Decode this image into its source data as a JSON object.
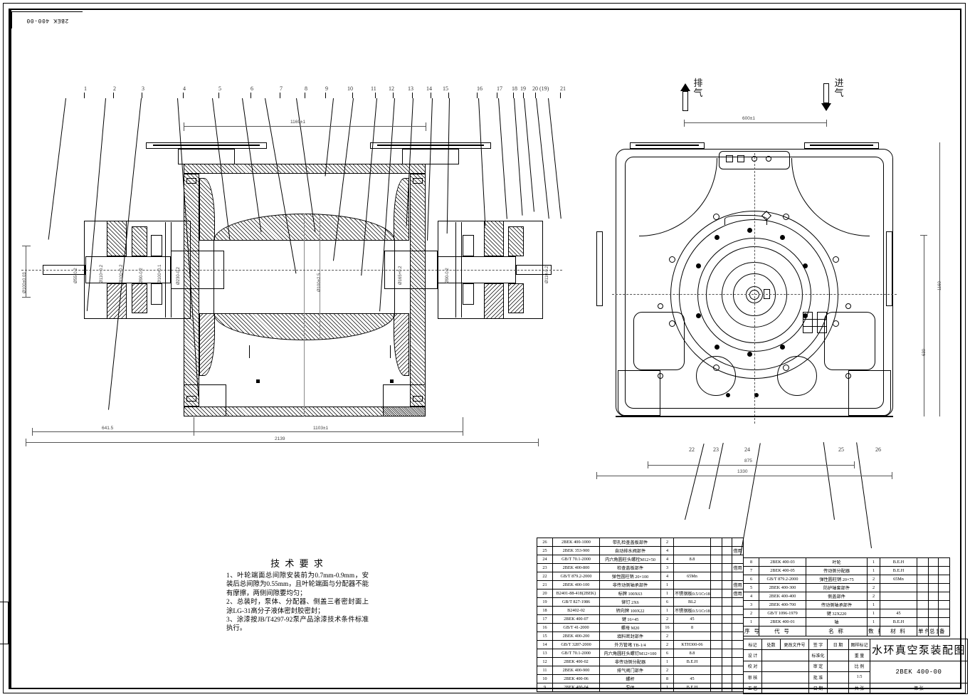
{
  "sheet": {
    "corner_code": "2BEK 400-00",
    "title": "水环真空泵装配图",
    "drawing_number": "2BEK 400-00",
    "scale_label": "比 例",
    "scale_value": "1:5",
    "weight_label": "重 量",
    "stage_label": "图样标记",
    "sheet_label": "共 张",
    "sheet_no_label": "第 张"
  },
  "tech_req": {
    "title": "技 术 要 求",
    "items": [
      "1、叶轮端面总间隙安装前为0.7mm-0.9mm，安装后总间隙为0.55mm，且叶轮端面与分配器不能有摩擦，两侧间隙要均匀；",
      "2、总装时，泵体、分配器、侧盖三者密封面上涂LG-31高分子液体密封胶密封；",
      "3、涂漆按JB/T4297-92泵产品涂漆技术条件标准执行。"
    ]
  },
  "flow": {
    "exhaust_label": "排气",
    "intake_label": "进气",
    "port_spacing": "600±1"
  },
  "main_view": {
    "callouts": [
      "1",
      "2",
      "3",
      "4",
      "5",
      "6",
      "7",
      "8",
      "9",
      "10",
      "11",
      "12",
      "13",
      "14",
      "15",
      "16",
      "17",
      "18",
      "19",
      "20 (19)",
      "21"
    ],
    "dim_top": "1169±1",
    "dim_left_seg": "641.5",
    "dim_mid_seg": "1103±1",
    "dim_overall": "2139",
    "dim_shaft_center": "Ø100±2.5",
    "dim_vertical_left": "Ø100±0.03",
    "shaft_dims": [
      "Ø55-0.2",
      "Ø110+0.2",
      "Ø100+0.2",
      "Ø90-0.2",
      "Ø100+0.1",
      "Ø230-0.2",
      "Ø165+0.2",
      "Ø90-0.2",
      "Ø110-0.2"
    ]
  },
  "section_view": {
    "callouts": [
      "22",
      "23",
      "24",
      "25",
      "26"
    ],
    "dim_inner": "875",
    "dim_overall": "1330",
    "dim_height_total": "1160",
    "dim_height_base": "630"
  },
  "bom_headers": {
    "seq": "序 号",
    "code": "代 号",
    "name": "名 称",
    "qty": "数 量",
    "material": "材 料",
    "weight_unit": "单件",
    "weight_total": "总重",
    "weight_group": "重 量",
    "remark": "备 注"
  },
  "bom_left": [
    {
      "seq": "26",
      "code": "2BEK 400-1000",
      "name": "带孔检查盖板部件",
      "qty": "2",
      "material": "",
      "w1": "",
      "w2": "",
      "remark": ""
    },
    {
      "seq": "25",
      "code": "2BEK 353-900",
      "name": "自动排水阀部件",
      "qty": "4",
      "material": "",
      "w1": "",
      "w2": "",
      "remark": "借用"
    },
    {
      "seq": "24",
      "code": "GB/T 70.1-2000",
      "name": "内六角圆柱头螺栓M12×50",
      "qty": "4",
      "material": "8.8",
      "w1": "",
      "w2": "",
      "remark": ""
    },
    {
      "seq": "23",
      "code": "2BEK 400-800",
      "name": "检查盖板部件",
      "qty": "3",
      "material": "",
      "w1": "",
      "w2": "",
      "remark": "借用"
    },
    {
      "seq": "22",
      "code": "GB/T 879.2-2000",
      "name": "弹性圆柱销 20×100",
      "qty": "4",
      "material": "65Mn",
      "w1": "",
      "w2": "",
      "remark": ""
    },
    {
      "seq": "21",
      "code": "2BEK 400-100",
      "name": "非传动侧轴承部件",
      "qty": "1",
      "material": "",
      "w1": "",
      "w2": "",
      "remark": "借用"
    },
    {
      "seq": "20",
      "code": "B2401-88-418(2BEK)",
      "name": "标牌 100X63",
      "qty": "1",
      "material": "不锈钢板0.5/1Cr18Ni9Ti",
      "w1": "",
      "w2": "",
      "remark": "借用"
    },
    {
      "seq": "19",
      "code": "GB/T 827-1986",
      "name": "铆钉 2X6",
      "qty": "6",
      "material": "BL2",
      "w1": "",
      "w2": "",
      "remark": ""
    },
    {
      "seq": "18",
      "code": "B2402-02",
      "name": "转向牌 100X22",
      "qty": "1",
      "material": "不锈钢板0.5/1Cr18Ni9Ti",
      "w1": "",
      "w2": "",
      "remark": ""
    },
    {
      "seq": "17",
      "code": "2BEK 400-07",
      "name": "键 16×45",
      "qty": "2",
      "material": "45",
      "w1": "",
      "w2": "",
      "remark": ""
    },
    {
      "seq": "16",
      "code": "GB/T 41-2000",
      "name": "螺母 M20",
      "qty": "16",
      "material": "8",
      "w1": "",
      "w2": "",
      "remark": ""
    },
    {
      "seq": "15",
      "code": "2BEK 400-200",
      "name": "填料密封部件",
      "qty": "2",
      "material": "",
      "w1": "",
      "w2": "",
      "remark": ""
    },
    {
      "seq": "14",
      "code": "GB/T 3287-2000",
      "name": "外方管堵 TB-1/4",
      "qty": "2",
      "material": "KTH300-06",
      "w1": "",
      "w2": "",
      "remark": ""
    },
    {
      "seq": "13",
      "code": "GB/T 70.1-2000",
      "name": "内六角圆柱头螺钉M12×100",
      "qty": "6",
      "material": "8.8",
      "w1": "",
      "w2": "",
      "remark": ""
    },
    {
      "seq": "12",
      "code": "2BEK 400-02",
      "name": "非传动侧分配器",
      "qty": "1",
      "material": "B.E.H",
      "w1": "",
      "w2": "",
      "remark": ""
    },
    {
      "seq": "11",
      "code": "2BEK 400-900",
      "name": "排气阀门部件",
      "qty": "2",
      "material": "",
      "w1": "",
      "w2": "",
      "remark": ""
    },
    {
      "seq": "10",
      "code": "2BEK 400-06",
      "name": "螺杆",
      "qty": "8",
      "material": "45",
      "w1": "",
      "w2": "",
      "remark": ""
    },
    {
      "seq": "9",
      "code": "2BEK 400-04",
      "name": "泵体",
      "qty": "1",
      "material": "B.E.H",
      "w1": "",
      "w2": "",
      "remark": ""
    }
  ],
  "bom_right": [
    {
      "seq": "8",
      "code": "2BEK 400-03",
      "name": "叶轮",
      "qty": "1",
      "material": "B.E.H",
      "w1": "",
      "w2": "",
      "remark": ""
    },
    {
      "seq": "7",
      "code": "2BEK 400-05",
      "name": "传动侧分配器",
      "qty": "1",
      "material": "B.E.H",
      "w1": "",
      "w2": "",
      "remark": ""
    },
    {
      "seq": "6",
      "code": "GB/T 879.2-2000",
      "name": "弹性圆柱销 20×75",
      "qty": "2",
      "material": "65Mn",
      "w1": "",
      "w2": "",
      "remark": ""
    },
    {
      "seq": "5",
      "code": "2BEK 400-300",
      "name": "防护轴套部件",
      "qty": "2",
      "material": "",
      "w1": "",
      "w2": "",
      "remark": ""
    },
    {
      "seq": "4",
      "code": "2BEK 400-400",
      "name": "侧盖部件",
      "qty": "2",
      "material": "",
      "w1": "",
      "w2": "",
      "remark": ""
    },
    {
      "seq": "3",
      "code": "2BEK 400-700",
      "name": "传动侧轴承部件",
      "qty": "1",
      "material": "",
      "w1": "",
      "w2": "",
      "remark": ""
    },
    {
      "seq": "2",
      "code": "GB/T 1096-1979",
      "name": "键 32X220",
      "qty": "1",
      "material": "45",
      "w1": "",
      "w2": "",
      "remark": ""
    },
    {
      "seq": "1",
      "code": "2BEK 400-01",
      "name": "轴",
      "qty": "1",
      "material": "B.E.H",
      "w1": "",
      "w2": "",
      "remark": ""
    }
  ],
  "title_rows": {
    "marks": [
      "标记",
      "处数",
      "更改文件号",
      "签 字",
      "日 期"
    ],
    "roles": [
      "设 计",
      "校 对",
      "审 核",
      "工 艺",
      "标准化",
      "审 定",
      "批 准",
      "日 期"
    ]
  }
}
